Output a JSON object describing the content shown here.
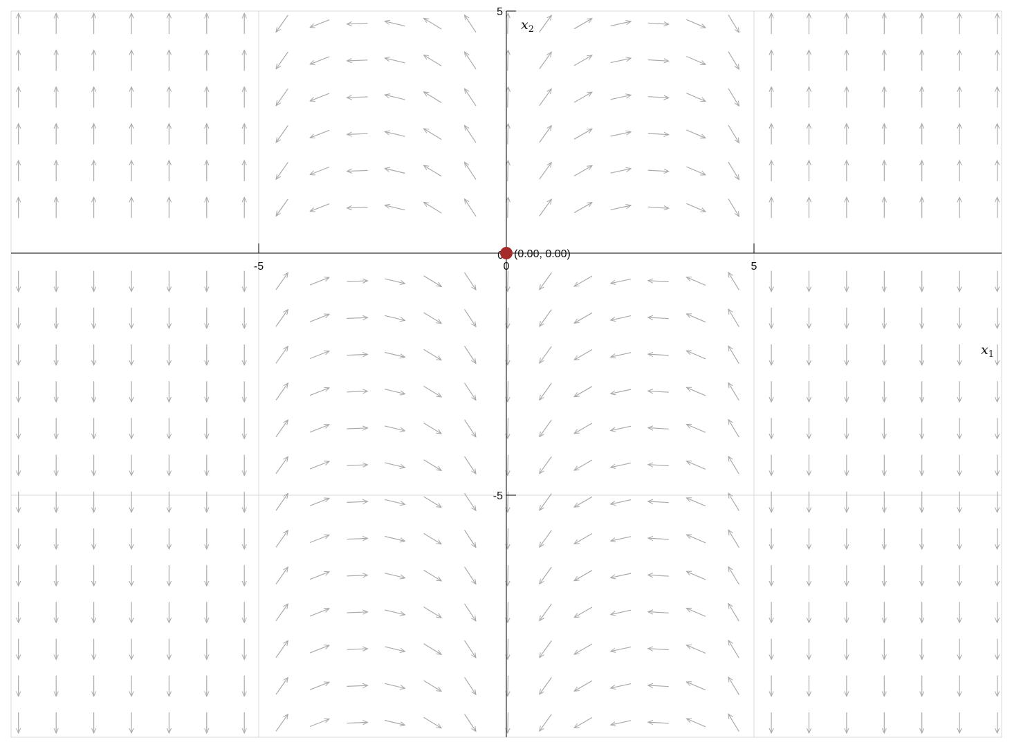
{
  "plot": {
    "x_axis_symbol": "x",
    "x_axis_sub": "1",
    "y_axis_symbol": "x",
    "y_axis_sub": "2",
    "x_ticks": [
      {
        "value": -5,
        "label": "-5"
      },
      {
        "value": 0,
        "label": "0"
      },
      {
        "value": 5,
        "label": "5"
      }
    ],
    "y_ticks": [
      {
        "value": 5,
        "label": "5"
      },
      {
        "value": -5,
        "label": "-5"
      }
    ],
    "origin_label": "0",
    "xlim": [
      -10,
      10
    ],
    "ylim": [
      -10,
      5
    ],
    "grid": true,
    "colors": {
      "arrows": "#aaaaaa",
      "grid": "#d8d8d8",
      "axis": "#000000",
      "point": "#a52a2a"
    }
  },
  "equilibrium": {
    "x": 0,
    "y": 0,
    "label": "(0.00, 0.00)"
  }
}
